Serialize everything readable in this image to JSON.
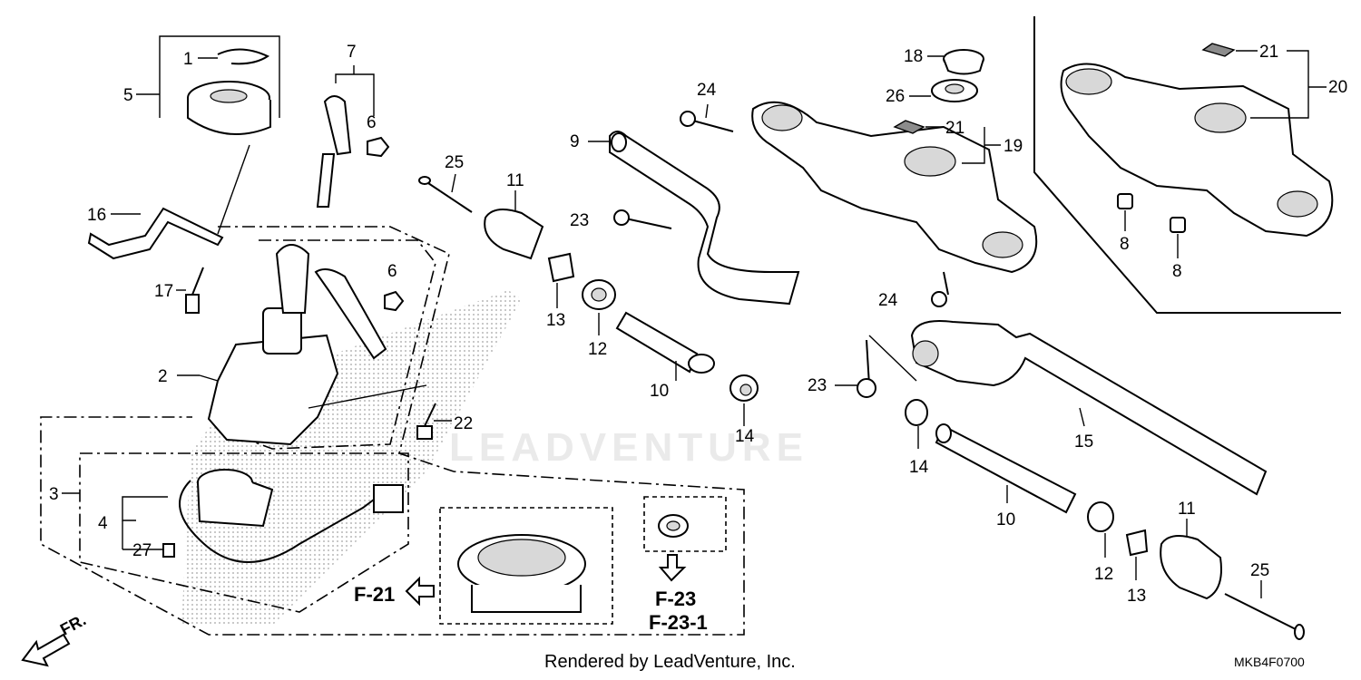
{
  "callouts": {
    "c1": "1",
    "c2": "2",
    "c3": "3",
    "c4": "4",
    "c5": "5",
    "c6a": "6",
    "c6b": "6",
    "c7": "7",
    "c8a": "8",
    "c8b": "8",
    "c9": "9",
    "c10a": "10",
    "c10b": "10",
    "c11a": "11",
    "c11b": "11",
    "c12a": "12",
    "c12b": "12",
    "c13a": "13",
    "c13b": "13",
    "c14a": "14",
    "c14b": "14",
    "c15": "15",
    "c16": "16",
    "c17": "17",
    "c18": "18",
    "c19": "19",
    "c20": "20",
    "c21a": "21",
    "c21b": "21",
    "c22": "22",
    "c23a": "23",
    "c23b": "23",
    "c24a": "24",
    "c24b": "24",
    "c25a": "25",
    "c25b": "25",
    "c26": "26",
    "c27": "27"
  },
  "refs": {
    "f21": "F-21",
    "f23": "F-23",
    "f23_1": "F-23-1",
    "front": "FR."
  },
  "watermark": "LEADVENTURE",
  "footer": {
    "rendered_by": "Rendered by LeadVenture, Inc.",
    "diagram_code": "MKB4F0700"
  }
}
